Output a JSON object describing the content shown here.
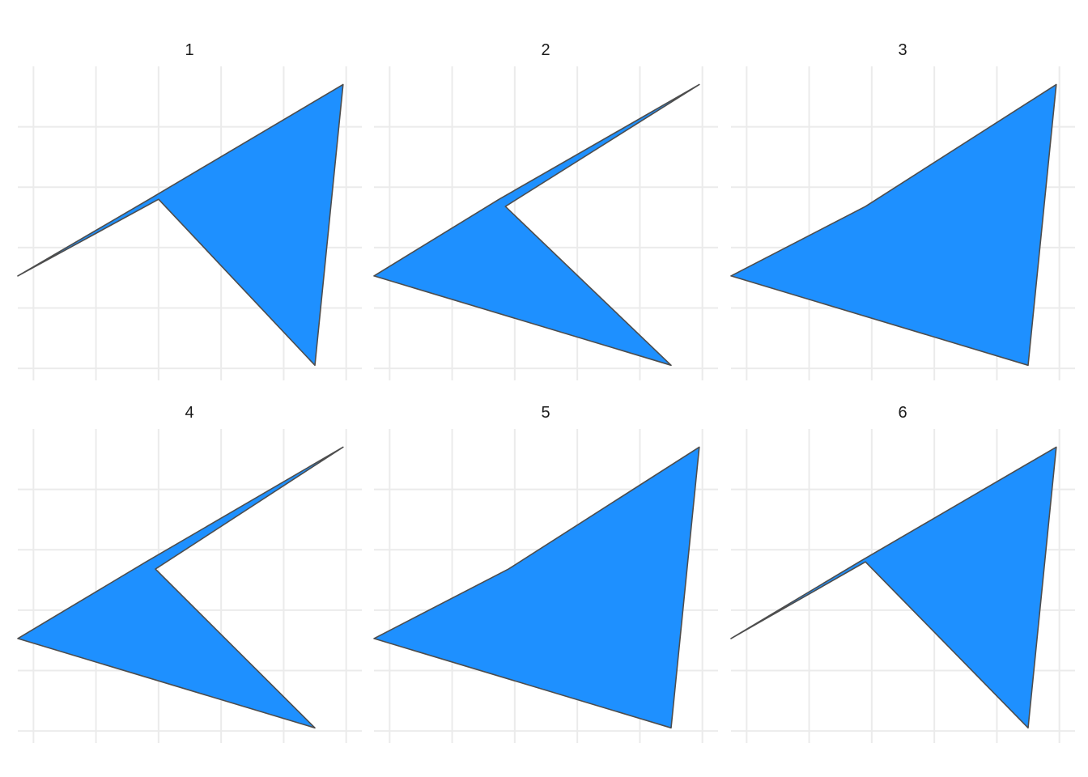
{
  "chart_data": [
    {
      "type": "polygon",
      "panel_label": "1",
      "grid": true,
      "axes_visible": false,
      "fill_color": "#1E90FF",
      "stroke_color": "#4D4D4D",
      "xlim": [
        -0.25,
        5.25
      ],
      "ylim": [
        -0.2,
        5.0
      ],
      "x_breaks": [
        0,
        1,
        2,
        3,
        4,
        5
      ],
      "y_breaks": [
        0,
        1,
        2,
        3,
        4
      ],
      "vertices": [
        {
          "x": -0.25,
          "y": 1.53
        },
        {
          "x": 2.0,
          "y": 2.8
        },
        {
          "x": 4.5,
          "y": 0.05
        },
        {
          "x": 4.95,
          "y": 4.7
        },
        {
          "x": 1.85,
          "y": 2.8
        }
      ]
    },
    {
      "type": "polygon",
      "panel_label": "2",
      "grid": true,
      "axes_visible": false,
      "fill_color": "#1E90FF",
      "stroke_color": "#4D4D4D",
      "xlim": [
        -0.25,
        5.25
      ],
      "ylim": [
        -0.2,
        5.0
      ],
      "x_breaks": [
        0,
        1,
        2,
        3,
        4,
        5
      ],
      "y_breaks": [
        0,
        1,
        2,
        3,
        4
      ],
      "vertices": [
        {
          "x": -0.25,
          "y": 1.53
        },
        {
          "x": 4.5,
          "y": 0.05
        },
        {
          "x": 1.85,
          "y": 2.68
        },
        {
          "x": 4.95,
          "y": 4.7
        },
        {
          "x": 1.75,
          "y": 2.8
        }
      ]
    },
    {
      "type": "polygon",
      "panel_label": "3",
      "grid": true,
      "axes_visible": false,
      "fill_color": "#1E90FF",
      "stroke_color": "#4D4D4D",
      "xlim": [
        -0.25,
        5.25
      ],
      "ylim": [
        -0.2,
        5.0
      ],
      "x_breaks": [
        0,
        1,
        2,
        3,
        4,
        5
      ],
      "y_breaks": [
        0,
        1,
        2,
        3,
        4
      ],
      "vertices": [
        {
          "x": -0.25,
          "y": 1.53
        },
        {
          "x": 4.5,
          "y": 0.05
        },
        {
          "x": 4.95,
          "y": 4.7
        },
        {
          "x": 1.9,
          "y": 2.68
        }
      ]
    },
    {
      "type": "polygon",
      "panel_label": "4",
      "grid": true,
      "axes_visible": false,
      "fill_color": "#1E90FF",
      "stroke_color": "#4D4D4D",
      "xlim": [
        -0.25,
        5.25
      ],
      "ylim": [
        -0.2,
        5.0
      ],
      "x_breaks": [
        0,
        1,
        2,
        3,
        4,
        5
      ],
      "y_breaks": [
        0,
        1,
        2,
        3,
        4
      ],
      "vertices": [
        {
          "x": -0.25,
          "y": 1.53
        },
        {
          "x": 4.5,
          "y": 0.05
        },
        {
          "x": 1.95,
          "y": 2.68
        },
        {
          "x": 4.95,
          "y": 4.7
        },
        {
          "x": 1.8,
          "y": 2.8
        }
      ]
    },
    {
      "type": "polygon",
      "panel_label": "5",
      "grid": true,
      "axes_visible": false,
      "fill_color": "#1E90FF",
      "stroke_color": "#4D4D4D",
      "xlim": [
        -0.25,
        5.25
      ],
      "ylim": [
        -0.2,
        5.0
      ],
      "x_breaks": [
        0,
        1,
        2,
        3,
        4,
        5
      ],
      "y_breaks": [
        0,
        1,
        2,
        3,
        4
      ],
      "vertices": [
        {
          "x": -0.25,
          "y": 1.53
        },
        {
          "x": 4.5,
          "y": 0.05
        },
        {
          "x": 4.95,
          "y": 4.7
        },
        {
          "x": 1.9,
          "y": 2.68
        }
      ]
    },
    {
      "type": "polygon",
      "panel_label": "6",
      "grid": true,
      "axes_visible": false,
      "fill_color": "#1E90FF",
      "stroke_color": "#4D4D4D",
      "xlim": [
        -0.25,
        5.25
      ],
      "ylim": [
        -0.2,
        5.0
      ],
      "x_breaks": [
        0,
        1,
        2,
        3,
        4,
        5
      ],
      "y_breaks": [
        0,
        1,
        2,
        3,
        4
      ],
      "vertices": [
        {
          "x": -0.25,
          "y": 1.53
        },
        {
          "x": 1.9,
          "y": 2.8
        },
        {
          "x": 4.5,
          "y": 0.05
        },
        {
          "x": 4.95,
          "y": 4.7
        },
        {
          "x": 1.8,
          "y": 2.8
        }
      ]
    }
  ]
}
